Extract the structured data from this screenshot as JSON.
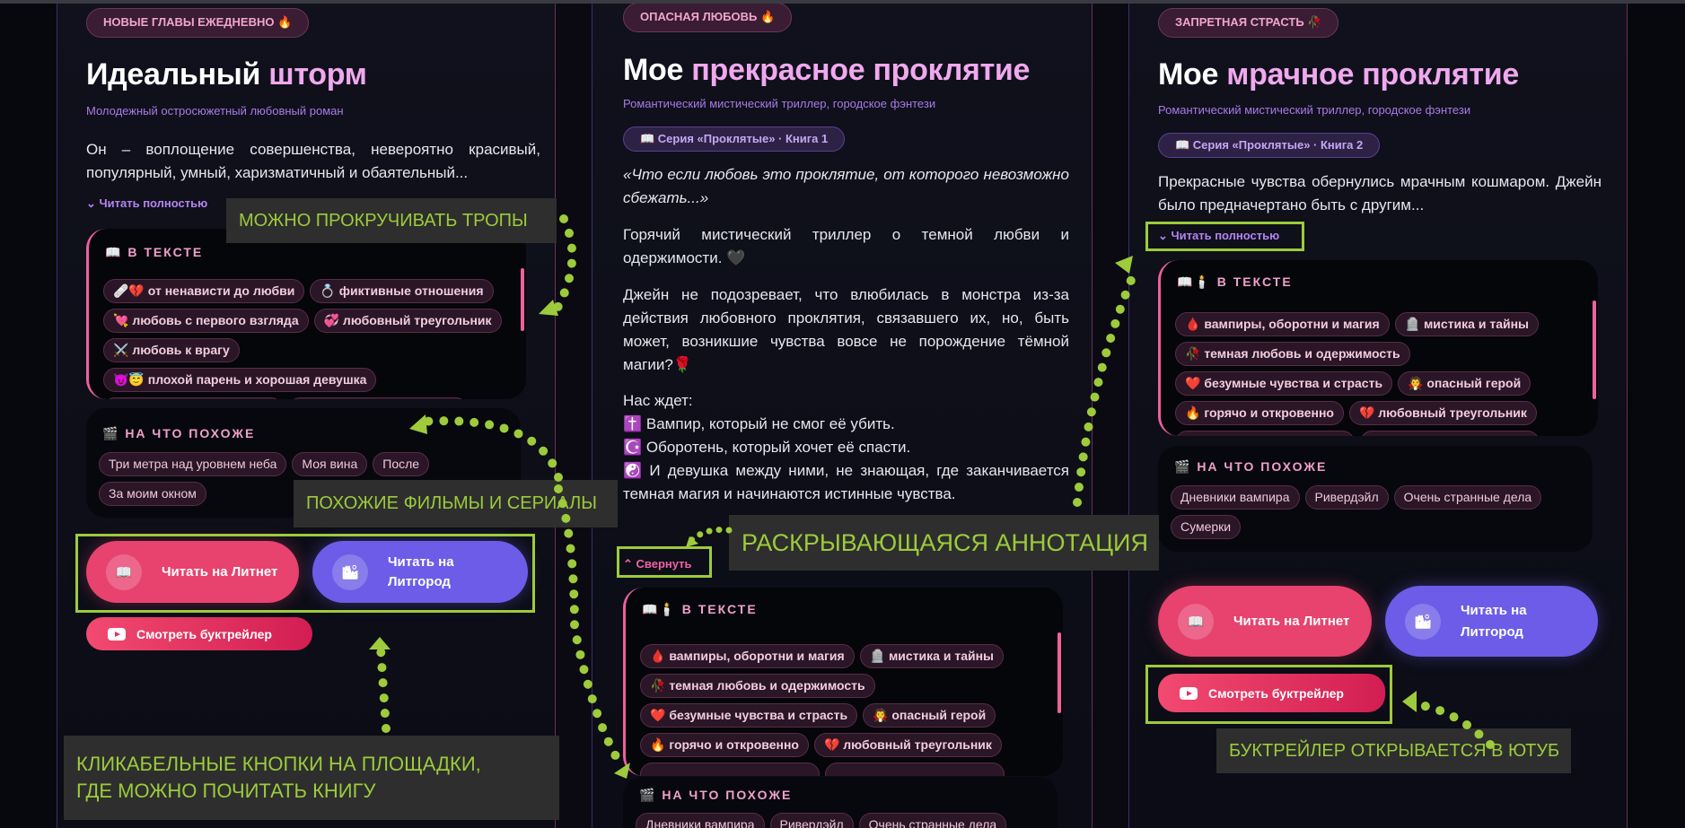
{
  "books": [
    {
      "badge": "НОВЫЕ ГЛАВЫ ЕЖЕДНЕВНО 🔥",
      "title_plain": "Идеальный",
      "title_accent": "шторм",
      "subtitle": "Молодежный остросюжетный любовный роман",
      "description": "Он – воплощение совершенства, невероятно красивый, популярный, умный, харизматичный и обаятельный...",
      "expand_label": "Читать полностью",
      "tropes_header": "📖 В ТЕКСТЕ",
      "tropes": [
        "🩹💔 от ненависти до любви",
        "💍 фиктивные отношения",
        "💘 любовь с первого взгляда",
        "💞 любовный треугольник",
        "⚔️ любовь к врагу",
        "😈😇 плохой парень и хорошая девушка"
      ],
      "similar_header": "🎬 НА ЧТО ПОХОЖЕ",
      "similar": [
        "Три метра над уровнем неба",
        "Моя вина",
        "После",
        "За моим окном"
      ],
      "litnet_label": "Читать на Литнет",
      "litgorod_label": "Читать на Литгород",
      "trailer_label": "Смотреть буктрейлер"
    },
    {
      "badge": "ОПАСНАЯ ЛЮБОВЬ 🔥",
      "title_plain": "Мое",
      "title_accent": "прекрасное проклятие",
      "subtitle": "Романтический мистический триллер, городское фэнтези",
      "series": "📖 Серия «Проклятые» · Книга 1",
      "quote": "«Что если любовь это проклятие, от которого невозможно сбежать...»",
      "para1": "Горячий мистический триллер о темной любви и одержимости. 🖤",
      "para2": "Джейн не подозревает, что влюбилась в монстра из-за действия любовного проклятия, связавшего их, но, быть может, возникшие чувства вовсе не порождение тёмной магии?🌹",
      "list_title": "Нас ждет:",
      "list": [
        "✝️ Вампир, который не смог её убить.",
        "☪️ Оборотень, который хочет её спасти.",
        "☯️ И девушка между ними, не знающая, где заканчивается темная магия и начинаются истинные чувства."
      ],
      "collapse_label": "Свернуть",
      "tropes_header": "📖🕯️ В ТЕКСТЕ",
      "tropes": [
        "🩸 вампиры, оборотни и магия",
        "🪦 мистика и тайны",
        "🥀 темная любовь и одержимость",
        "❤️ безумные чувства и страсть",
        "🧛 опасный герой",
        "🔥 горячо и откровенно",
        "💔 любовный треугольник"
      ],
      "similar_header": "🎬 НА ЧТО ПОХОЖЕ",
      "similar": [
        "Дневники вампира",
        "Ривердэйл",
        "Очень странные дела"
      ]
    },
    {
      "badge": "ЗАПРЕТНАЯ СТРАСТЬ 🥀",
      "title_plain": "Мое",
      "title_accent": "мрачное проклятие",
      "subtitle": "Романтический мистический триллер, городское фэнтези",
      "series": "📖 Серия «Проклятые» · Книга 2",
      "description": "Прекрасные чувства обернулись мрачным кошмаром. Джейн было предначертано быть с другим...",
      "expand_label": "Читать полностью",
      "tropes_header": "📖🕯️ В ТЕКСТЕ",
      "tropes": [
        "🩸 вампиры, оборотни и магия",
        "🪦 мистика и тайны",
        "🥀 темная любовь и одержимость",
        "❤️ безумные чувства и страсть",
        "🧛 опасный герой",
        "🔥 горячо и откровенно",
        "💔 любовный треугольник"
      ],
      "similar_header": "🎬 НА ЧТО ПОХОЖЕ",
      "similar": [
        "Дневники вампира",
        "Ривердэйл",
        "Очень странные дела",
        "Сумерки"
      ],
      "litnet_label": "Читать на Литнет",
      "litgorod_label": "Читать на Литгород",
      "trailer_label": "Смотреть буктрейлер"
    }
  ],
  "annotations": {
    "scroll_tropes": "МОЖНО ПРОКРУЧИВАТЬ ТРОПЫ",
    "similar_films": "ПОХОЖИЕ ФИЛЬМЫ И СЕРИАЛЫ",
    "expandable": "РАСКРЫВАЮЩАЯСЯ АННОТАЦИЯ",
    "buttons_line1": "КЛИКАБЕЛЬНЫЕ КНОПКИ НА ПЛОЩАДКИ,",
    "buttons_line2": "ГДЕ МОЖНО ПОЧИТАТЬ КНИГУ",
    "trailer": "БУКТРЕЙЛЕР ОТКРЫВАЕТСЯ В ЮТУБ"
  },
  "colors": {
    "accent_pink": "#e8426e",
    "accent_violet": "#6c5ce7",
    "annotation_green": "#9dcb3b"
  }
}
